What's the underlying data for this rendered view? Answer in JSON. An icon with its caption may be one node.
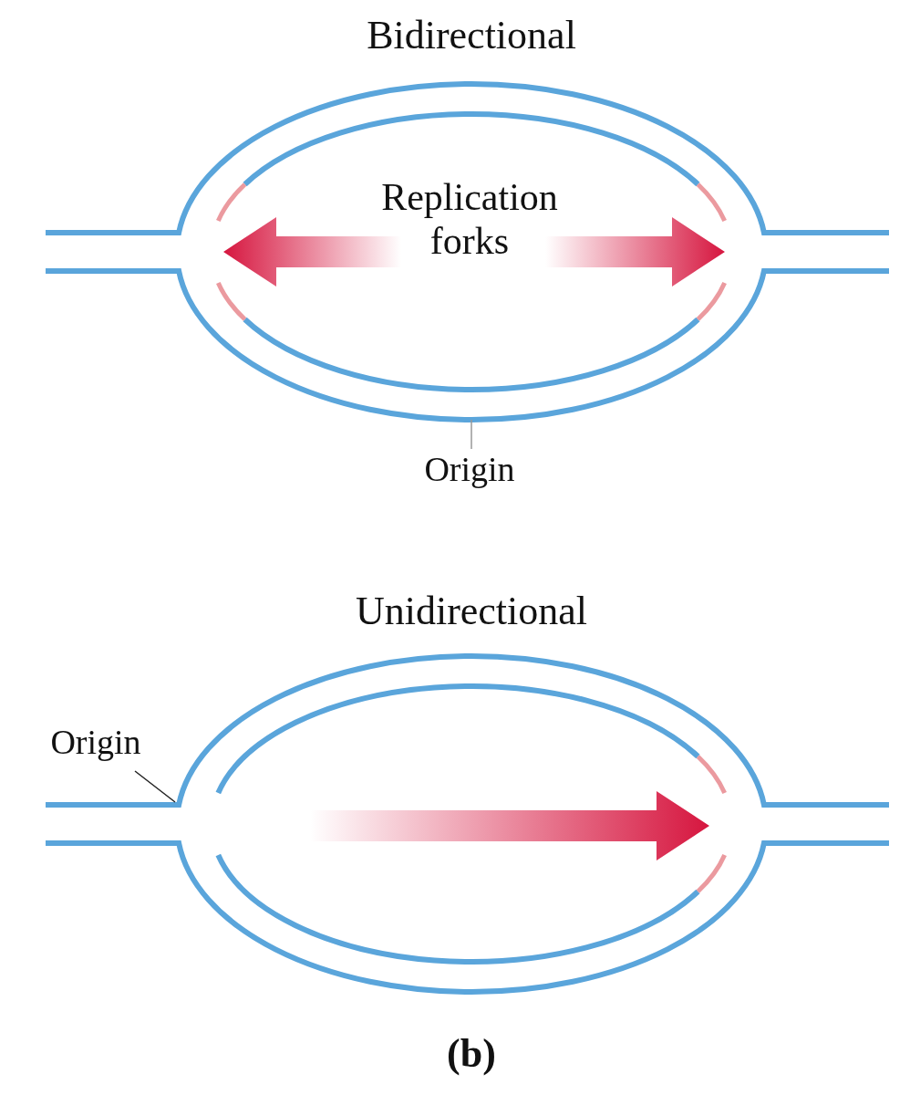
{
  "diagram": {
    "caption": "(b)",
    "nodes": [
      {
        "text": [
          "Origin"
        ]
      },
      {
        "text": [
          "Origin"
        ]
      }
    ],
    "edges": [
      {
        "from": 0,
        "to": null,
        "arrow": "none",
        "color": "#999999"
      },
      {
        "from": 1,
        "to": null,
        "arrow": "none",
        "color": "#222222"
      }
    ],
    "labels": [
      "Bidirectional",
      "Replication forks",
      "Unidirectional"
    ]
  }
}
